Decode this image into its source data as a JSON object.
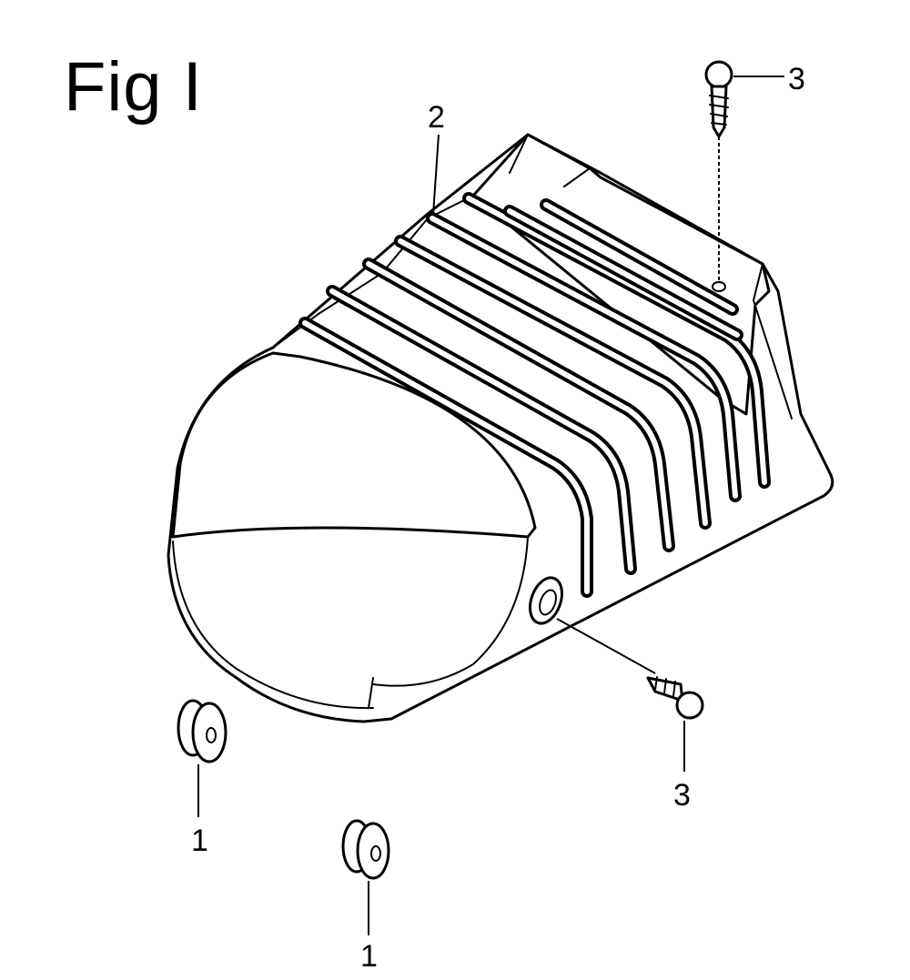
{
  "figure": {
    "title": "Fig I"
  },
  "callouts": [
    {
      "id": "callout-grommet-left",
      "label": "1"
    },
    {
      "id": "callout-grommet-right",
      "label": "1"
    },
    {
      "id": "callout-cover",
      "label": "2"
    },
    {
      "id": "callout-screw-top",
      "label": "3"
    },
    {
      "id": "callout-screw-front",
      "label": "3"
    }
  ],
  "colors": {
    "line": "#000000",
    "background": "#ffffff"
  }
}
